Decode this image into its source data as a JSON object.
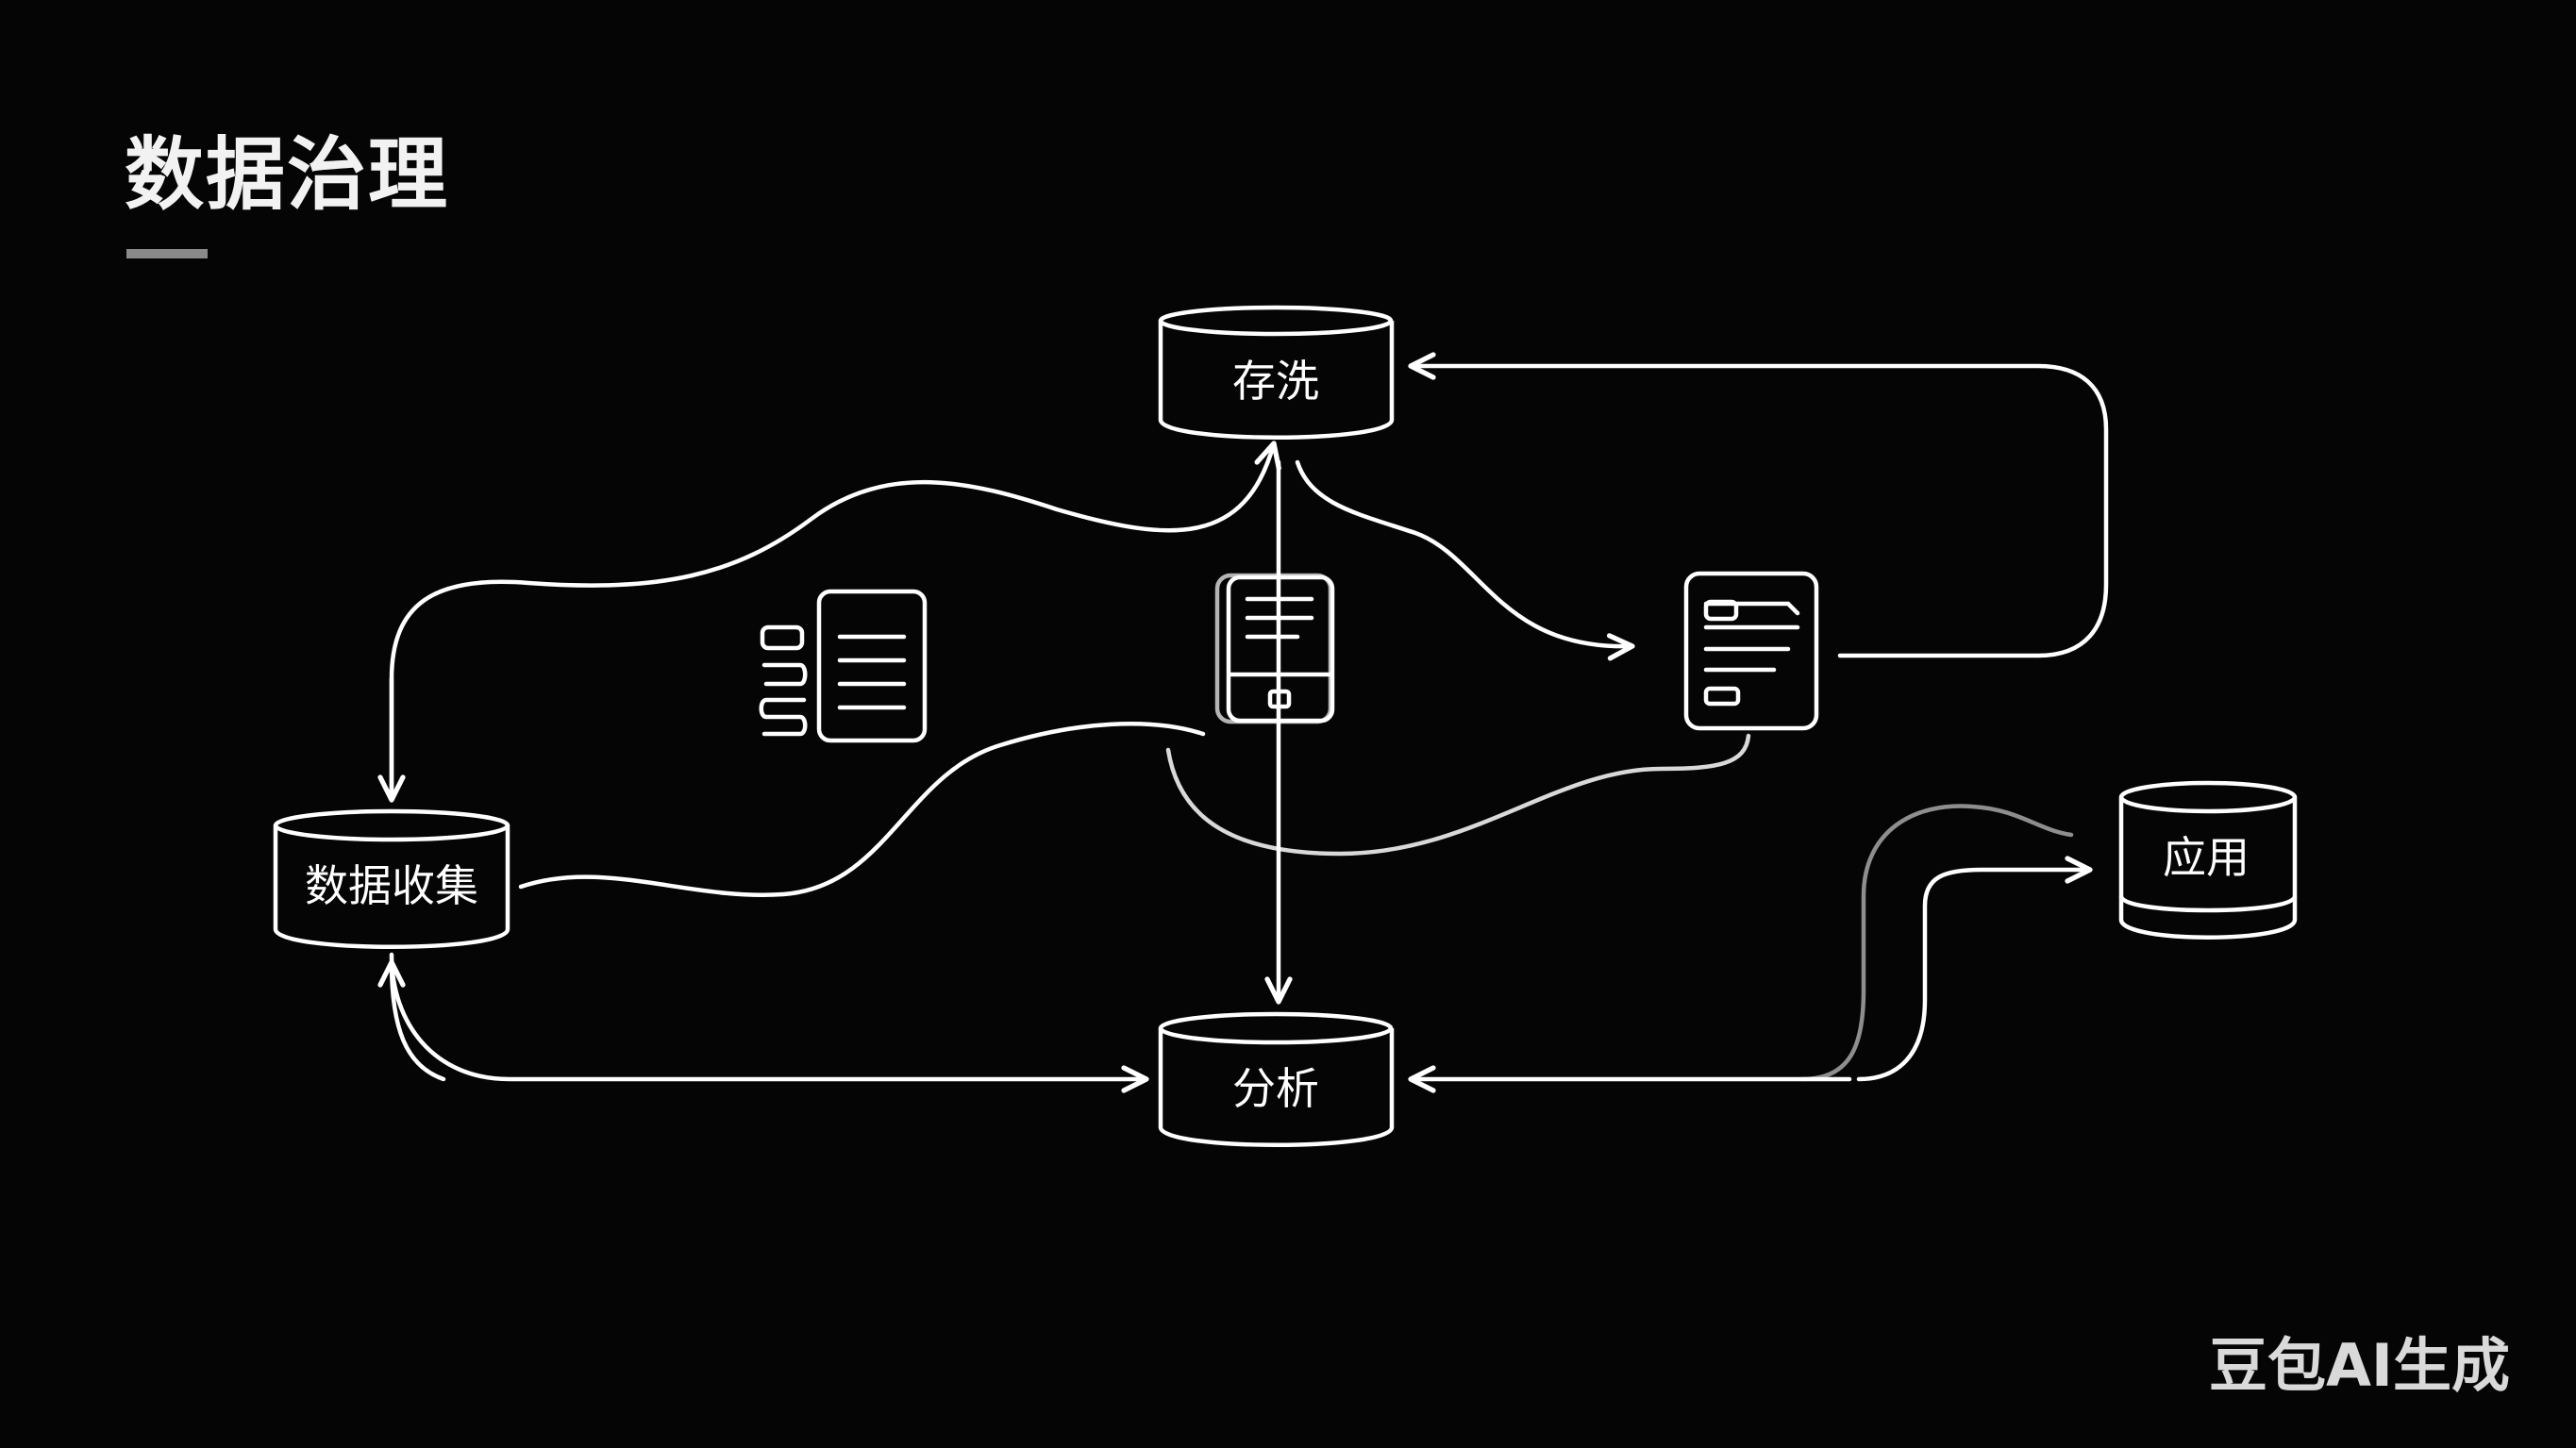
{
  "title": "数据治理",
  "watermark": "豆包AI生成",
  "colors": {
    "background": "#050505",
    "stroke": "#ffffff",
    "rule": "#8a8a8a"
  },
  "nodes": {
    "store_wash": {
      "label": "存洗"
    },
    "collect": {
      "label": "数据收集"
    },
    "analyze": {
      "label": "分析"
    },
    "apply": {
      "label": "应用"
    }
  },
  "icons": [
    "list-document-icon",
    "tablet-device-icon",
    "form-document-icon"
  ]
}
